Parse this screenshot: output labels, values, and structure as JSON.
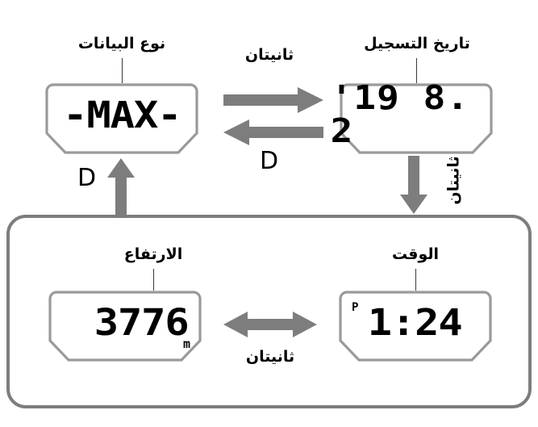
{
  "diagram": {
    "title_visible": false,
    "colors": {
      "arrow": "#7d7d7d",
      "bezel": "#9a9a9a",
      "panel_border": "#7d7d7d",
      "digit": "#000000",
      "text": "#000000",
      "background": "#ffffff"
    }
  },
  "displays": {
    "data_type": {
      "label": "نوع البيانات",
      "value": "-MAX-"
    },
    "record_date": {
      "label": "تاريخ التسجيل",
      "value": "'19  8. 2"
    },
    "altitude": {
      "label": "الارتفاع",
      "value": "3776",
      "unit": "m"
    },
    "time": {
      "label": "الوقت",
      "value": "1:24",
      "meridiem_flag": "P"
    }
  },
  "transitions": {
    "top_right_arrow_label": "ثانيتان",
    "top_left_arrow_label": "D",
    "right_down_arrow_label": "ثانيتان",
    "left_up_arrow_label": "D",
    "bottom_arrow_label": "ثانيتان"
  }
}
